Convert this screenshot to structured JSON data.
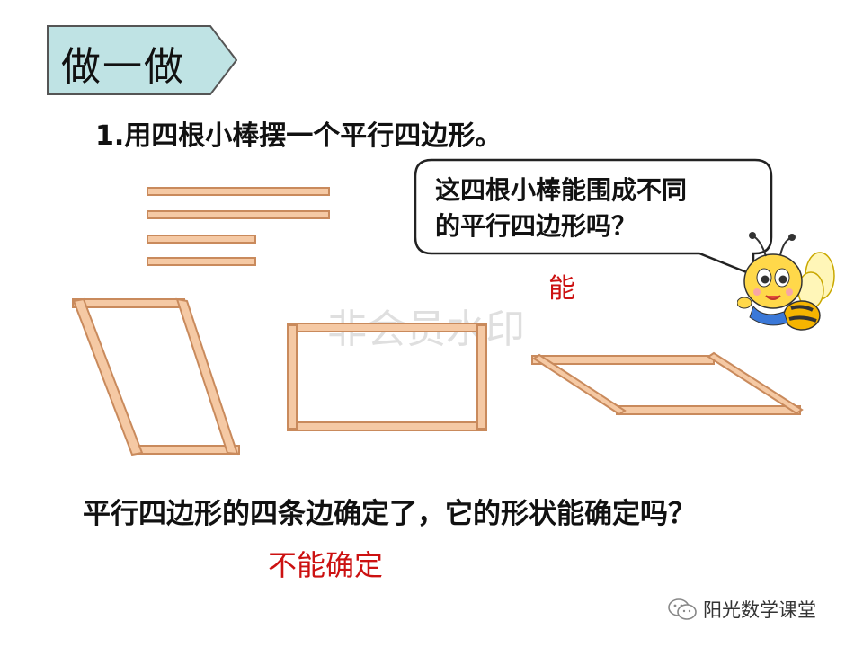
{
  "title": "做一做",
  "question1": "1.用四根小棒摆一个平行四边形。",
  "speech_bubble": {
    "line1": "这四根小棒能围成不同",
    "line2": "的平行四边形吗？"
  },
  "answer1": "能",
  "watermark": "非会员水印",
  "question2": "平行四边形的四条边确定了，它的形状能确定吗？",
  "answer2": "不能确定",
  "footer": {
    "icon": "wechat-icon",
    "label": "阳光数学课堂"
  },
  "colors": {
    "title_tab_fill": "#bfe3e4",
    "stick_fill": "#f5c9a4",
    "stick_border": "#c98a5c",
    "answer_red": "#cc1111"
  }
}
